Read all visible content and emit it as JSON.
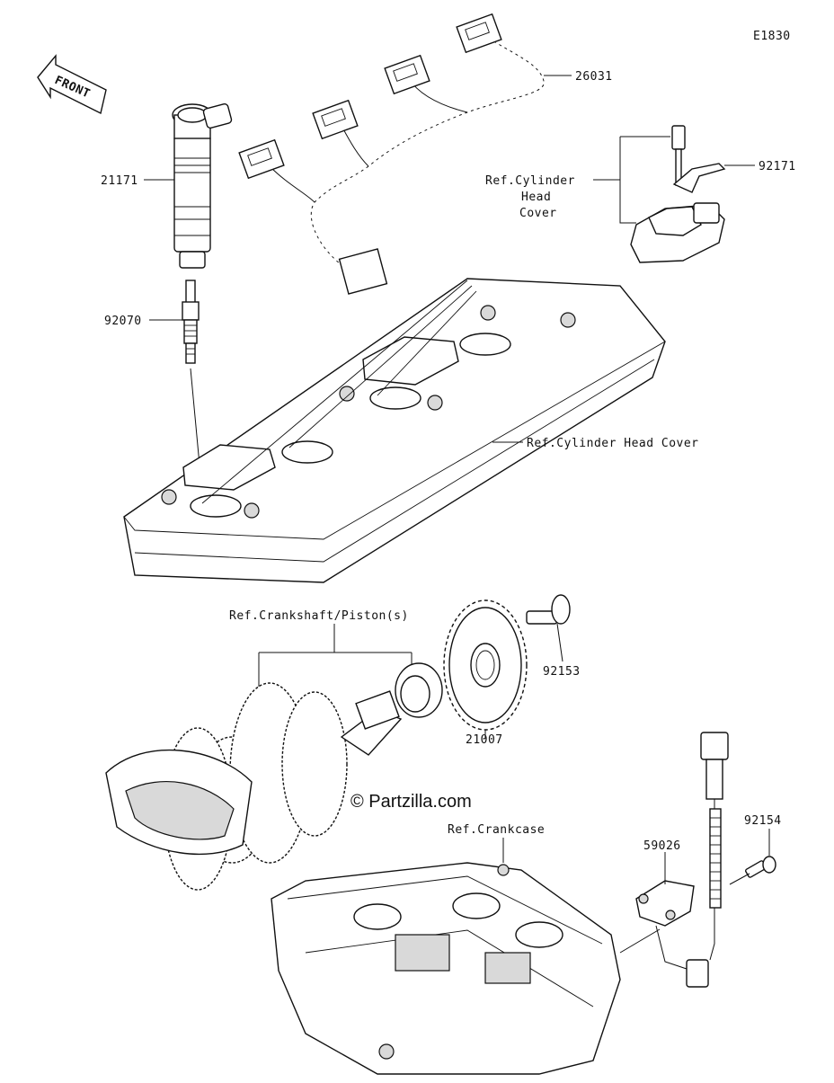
{
  "diagram_code": "E1830",
  "front_label": "FRONT",
  "watermark": "© Partzilla.com",
  "parts": {
    "wiring_harness": "26031",
    "ignition_coil": "21171",
    "spark_plug": "92070",
    "bracket": "92171",
    "rotor": "21007",
    "bolt": "92153",
    "bolt_small": "92154",
    "crank_sensor": "59026"
  },
  "references": {
    "cyl_head_cover_line1": "Ref.Cylinder",
    "cyl_head_cover_line2": "Head",
    "cyl_head_cover_line3": "Cover",
    "cyl_head_cover_main": "Ref.Cylinder Head Cover",
    "crankshaft": "Ref.Crankshaft/Piston(s)",
    "crankcase": "Ref.Crankcase"
  }
}
